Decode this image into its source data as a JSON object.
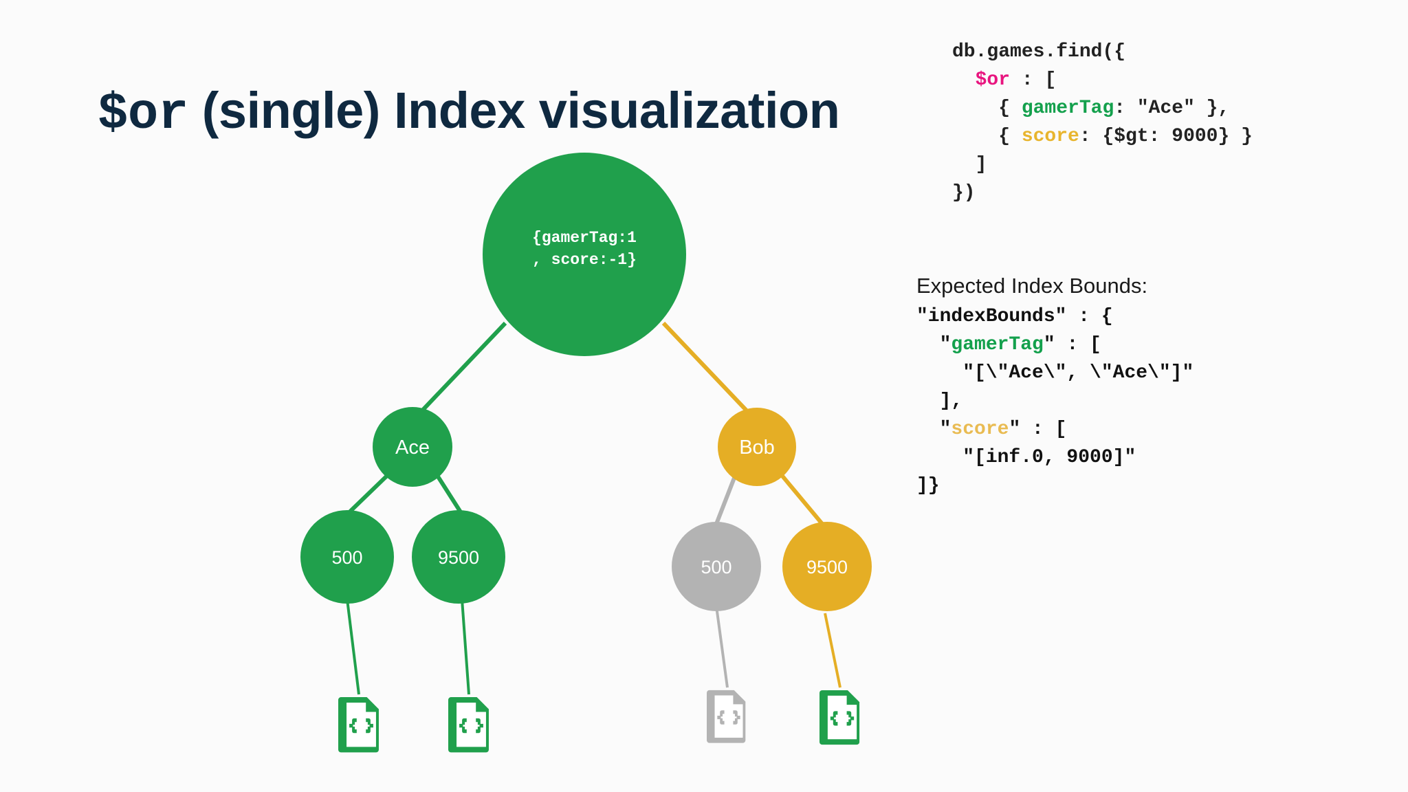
{
  "title": {
    "mono_part": "$or",
    "rest_part": " (single) Index visualization"
  },
  "colors": {
    "green": "#20a04c",
    "amber": "#e5ae25",
    "gray": "#b3b3b3",
    "navy": "#0f2940",
    "background": "#fbfbfb",
    "magenta": "#e8157f"
  },
  "tree": {
    "root": {
      "line1": "{gamerTag:1",
      "line2": ", score:-1}",
      "color": "green"
    },
    "level2": [
      {
        "label": "Ace",
        "color": "green"
      },
      {
        "label": "Bob",
        "color": "amber"
      }
    ],
    "leaves": [
      {
        "label": "500",
        "color": "green"
      },
      {
        "label": "9500",
        "color": "green"
      },
      {
        "label": "500",
        "color": "gray"
      },
      {
        "label": "9500",
        "color": "amber"
      }
    ],
    "documents": [
      {
        "color": "green",
        "icon": "json-document-icon"
      },
      {
        "color": "green",
        "icon": "json-document-icon"
      },
      {
        "color": "gray",
        "icon": "json-document-icon"
      },
      {
        "color": "green",
        "icon": "json-document-icon"
      }
    ]
  },
  "query": {
    "line1": "db.games.find({",
    "line2_indent": "  ",
    "line2_kw": "$or",
    "line2_rest": " : [",
    "line3_indent": "    { ",
    "line3_kw": "gamerTag",
    "line3_rest": ": \"Ace\" },",
    "line4_indent": "    { ",
    "line4_kw": "score",
    "line4_rest": ": {$gt: 9000} }",
    "line5": "  ]",
    "line6": "})"
  },
  "bounds": {
    "heading": "Expected Index Bounds:",
    "line1": "\"indexBounds\" : {",
    "line2_indent": "  \"",
    "line2_kw": "gamerTag",
    "line2_rest": "\" : [",
    "line3": "    \"[\\\"Ace\\\", \\\"Ace\\\"]\"",
    "line4": "  ],",
    "line5_indent": "  \"",
    "line5_kw": "score",
    "line5_rest": "\" : [",
    "line6": "    \"[inf.0, 9000]\"",
    "line7": "]}"
  }
}
